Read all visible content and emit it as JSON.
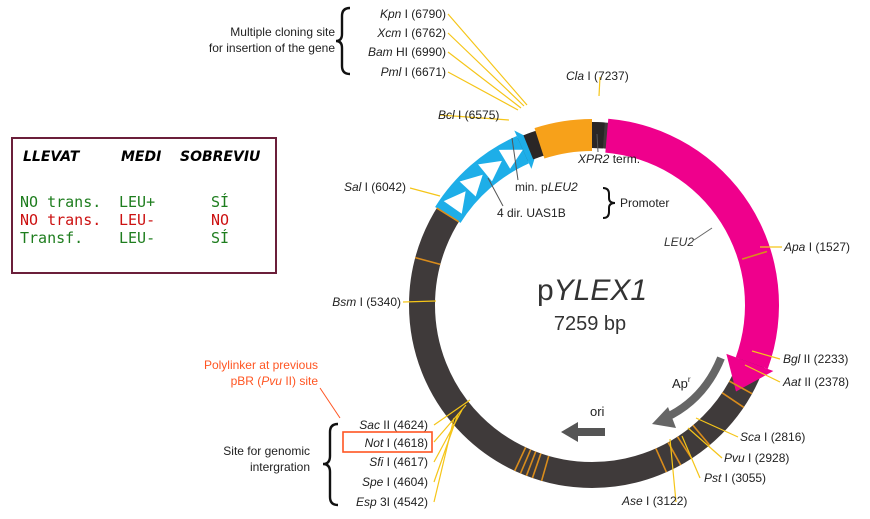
{
  "plasmid": {
    "name_prefix": "p",
    "name_italic": "YLEX1",
    "size": "7259 bp"
  },
  "sites": [
    {
      "enzyme": "Kpn",
      "roman": " I",
      "pos": "(6790)"
    },
    {
      "enzyme": "Xcm",
      "roman": " I",
      "pos": "(6762)"
    },
    {
      "enzyme": "Bam",
      "roman": " HI",
      "pos": "(6990)"
    },
    {
      "enzyme": "Pml",
      "roman": " I",
      "pos": "(6671)"
    },
    {
      "enzyme": "Cla",
      "roman": " I",
      "pos": "(7237)"
    },
    {
      "enzyme": "Bcl",
      "roman": " I",
      "pos": "(6575)"
    },
    {
      "enzyme": "Sal",
      "roman": " I",
      "pos": "(6042)"
    },
    {
      "enzyme": "Apa",
      "roman": " I",
      "pos": "(1527)"
    },
    {
      "enzyme": "Bsm",
      "roman": " I",
      "pos": "(5340)"
    },
    {
      "enzyme": "Bgl",
      "roman": " II",
      "pos": "(2233)"
    },
    {
      "enzyme": "Aat",
      "roman": " II",
      "pos": "(2378)"
    },
    {
      "enzyme": "Sca",
      "roman": " I",
      "pos": "(2816)"
    },
    {
      "enzyme": "Pvu",
      "roman": " I",
      "pos": "(2928)"
    },
    {
      "enzyme": "Pst",
      "roman": " I",
      "pos": "(3055)"
    },
    {
      "enzyme": "Ase",
      "roman": " I",
      "pos": "(3122)"
    },
    {
      "enzyme": "Sac",
      "roman": " II",
      "pos": "(4624)"
    },
    {
      "enzyme": "Not",
      "roman": " I",
      "pos": "(4618)"
    },
    {
      "enzyme": "Sfi",
      "roman": " I",
      "pos": "(4617)"
    },
    {
      "enzyme": "Spe",
      "roman": " I",
      "pos": "(4604)"
    },
    {
      "enzyme": "Esp",
      "roman": " 3I",
      "pos": "(4542)"
    }
  ],
  "annotations": {
    "mcs_line1": "Multiple cloning site",
    "mcs_line2": "for insertion of the gene",
    "xpr2": "XPR2",
    "xpr2_suffix": " term.",
    "min_pleu2_prefix": "min. p",
    "min_pleu2_italic": "LEU2",
    "uas": "4 dir. UAS1B",
    "promoter": "Promoter",
    "leu2": "LEU2",
    "apr": "Ap",
    "apr_sup": "r",
    "ori": "ori",
    "polylinker_line1": "Polylinker at previous",
    "polylinker_line2_a": "pBR (",
    "polylinker_line2_b": "Pvu",
    "polylinker_line2_c": " II) site",
    "genomic_line1": "Site for genomic",
    "genomic_line2": "intergration"
  },
  "table": {
    "headers": [
      "LLEVAT",
      "MEDI",
      "SOBREVIU"
    ],
    "rows": [
      {
        "llevat": "NO trans.",
        "medi": "LEU+",
        "sobreviu": "SÍ"
      },
      {
        "llevat": "NO trans.",
        "medi": "LEU-",
        "sobreviu": "NO"
      },
      {
        "llevat": "Transf.",
        "medi": "LEU-",
        "sobreviu": "SÍ"
      }
    ]
  },
  "colors": {
    "backbone": "#3f3a3a",
    "leu2": "#ef008c",
    "xpr2": "#f7a11a",
    "promoter": "#1eaee8",
    "site_line": "#f5c518",
    "polylinker": "#ff5522",
    "table_border": "#6b1f3a",
    "green": "#1e7d1e",
    "red": "#cc1111"
  }
}
